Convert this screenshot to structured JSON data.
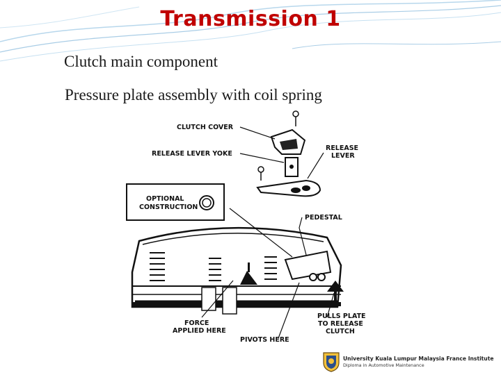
{
  "slide": {
    "title": "Transmission 1",
    "subtitle": "Clutch main component",
    "caption": "Pressure plate assembly with coil spring"
  },
  "diagram": {
    "labels": {
      "clutch_cover": "CLUTCH COVER",
      "release_lever_yoke": "RELEASE LEVER YOKE",
      "release": "RELEASE",
      "lever": "LEVER",
      "optional": "OPTIONAL",
      "construction": "CONSTRUCTION",
      "pedestal": "PEDESTAL",
      "force": "FORCE",
      "applied_here": "APPLIED HERE",
      "pulls_plate": "PULLS PLATE",
      "to_release": "TO RELEASE",
      "clutch": "CLUTCH",
      "pivots_here": "PIVOTS HERE"
    }
  },
  "footer": {
    "institute": "University Kuala Lumpur Malaysia France Institute",
    "program": "Diploma in Automotive Maintenance"
  },
  "colors": {
    "title": "#c00000",
    "wave": "#a9cde6"
  }
}
